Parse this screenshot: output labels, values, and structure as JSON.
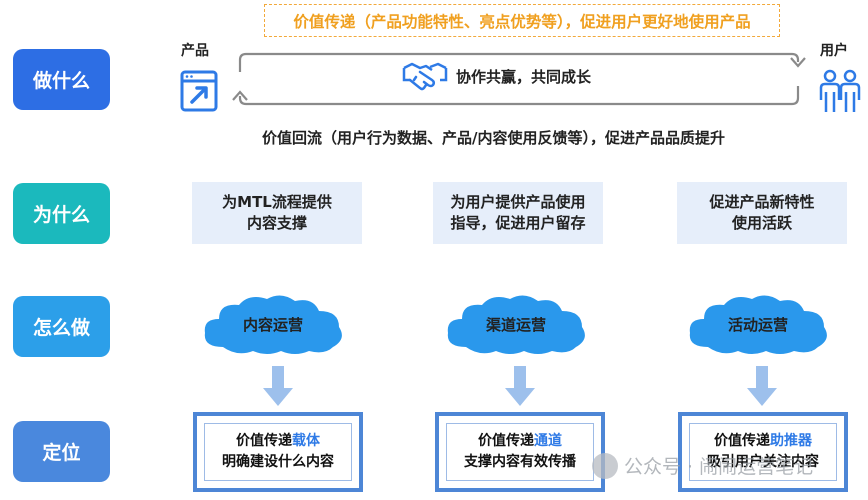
{
  "rows": {
    "what": "做什么",
    "why": "为什么",
    "how": "怎么做",
    "position": "定位"
  },
  "loop": {
    "top_banner": "价值传递（产品功能特性、亮点优势等），促进用户更好地使用产品",
    "product_label": "产品",
    "user_label": "用户",
    "center": "协作共赢，共同成长",
    "bottom": "价值回流（用户行为数据、产品/内容使用反馈等），促进产品品质提升"
  },
  "reasons": [
    {
      "line1": "为MTL流程提供",
      "line2": "内容支撑"
    },
    {
      "line1": "为用户提供产品使用",
      "line2": "指导，促进用户留存"
    },
    {
      "line1": "促进产品新特性",
      "line2": "使用活跃"
    }
  ],
  "methods": [
    "内容运营",
    "渠道运营",
    "活动运营"
  ],
  "positions": [
    {
      "prefix": "价值传递",
      "highlight": "载体",
      "line2": "明确建设什么内容"
    },
    {
      "prefix": "价值传递",
      "highlight": "通道",
      "line2": "支撑内容有效传播"
    },
    {
      "prefix": "价值传递",
      "highlight": "助推器",
      "line2": "吸引用户关注内容"
    }
  ],
  "watermark": "公众号 · 闹闹运营笔记",
  "colors": {
    "what": "#2d6ee4",
    "why": "#1bb9bd",
    "how": "#2c9fe9",
    "position": "#4a88dd",
    "banner": "#f0a020",
    "cloud": "#2a98ec",
    "highlight": "#2e7ae6"
  }
}
